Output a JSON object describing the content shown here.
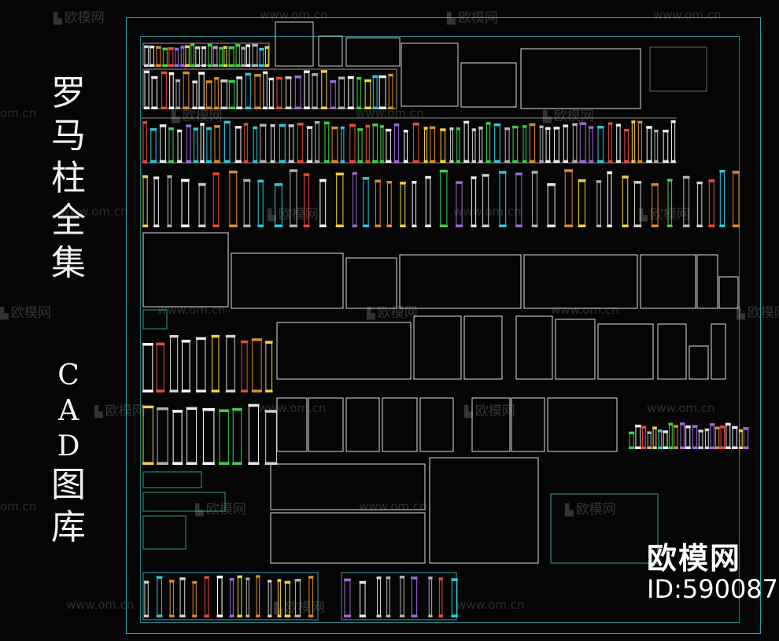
{
  "title": {
    "line1": "罗",
    "line2": "马",
    "line3": "柱",
    "line4": "全",
    "line5": "集",
    "cad_c": "C",
    "cad_a": "A",
    "cad_d": "D",
    "lib1": "图",
    "lib2": "库"
  },
  "watermark": {
    "logo_text": "欧模网",
    "url_text": "www.om.cn",
    "url_short": "om.cn"
  },
  "brand": {
    "name": "欧模网",
    "id": "ID:590087"
  },
  "colors": {
    "background": "#050505",
    "frame": "#2fa4a8",
    "title": "#f2f2f2"
  }
}
